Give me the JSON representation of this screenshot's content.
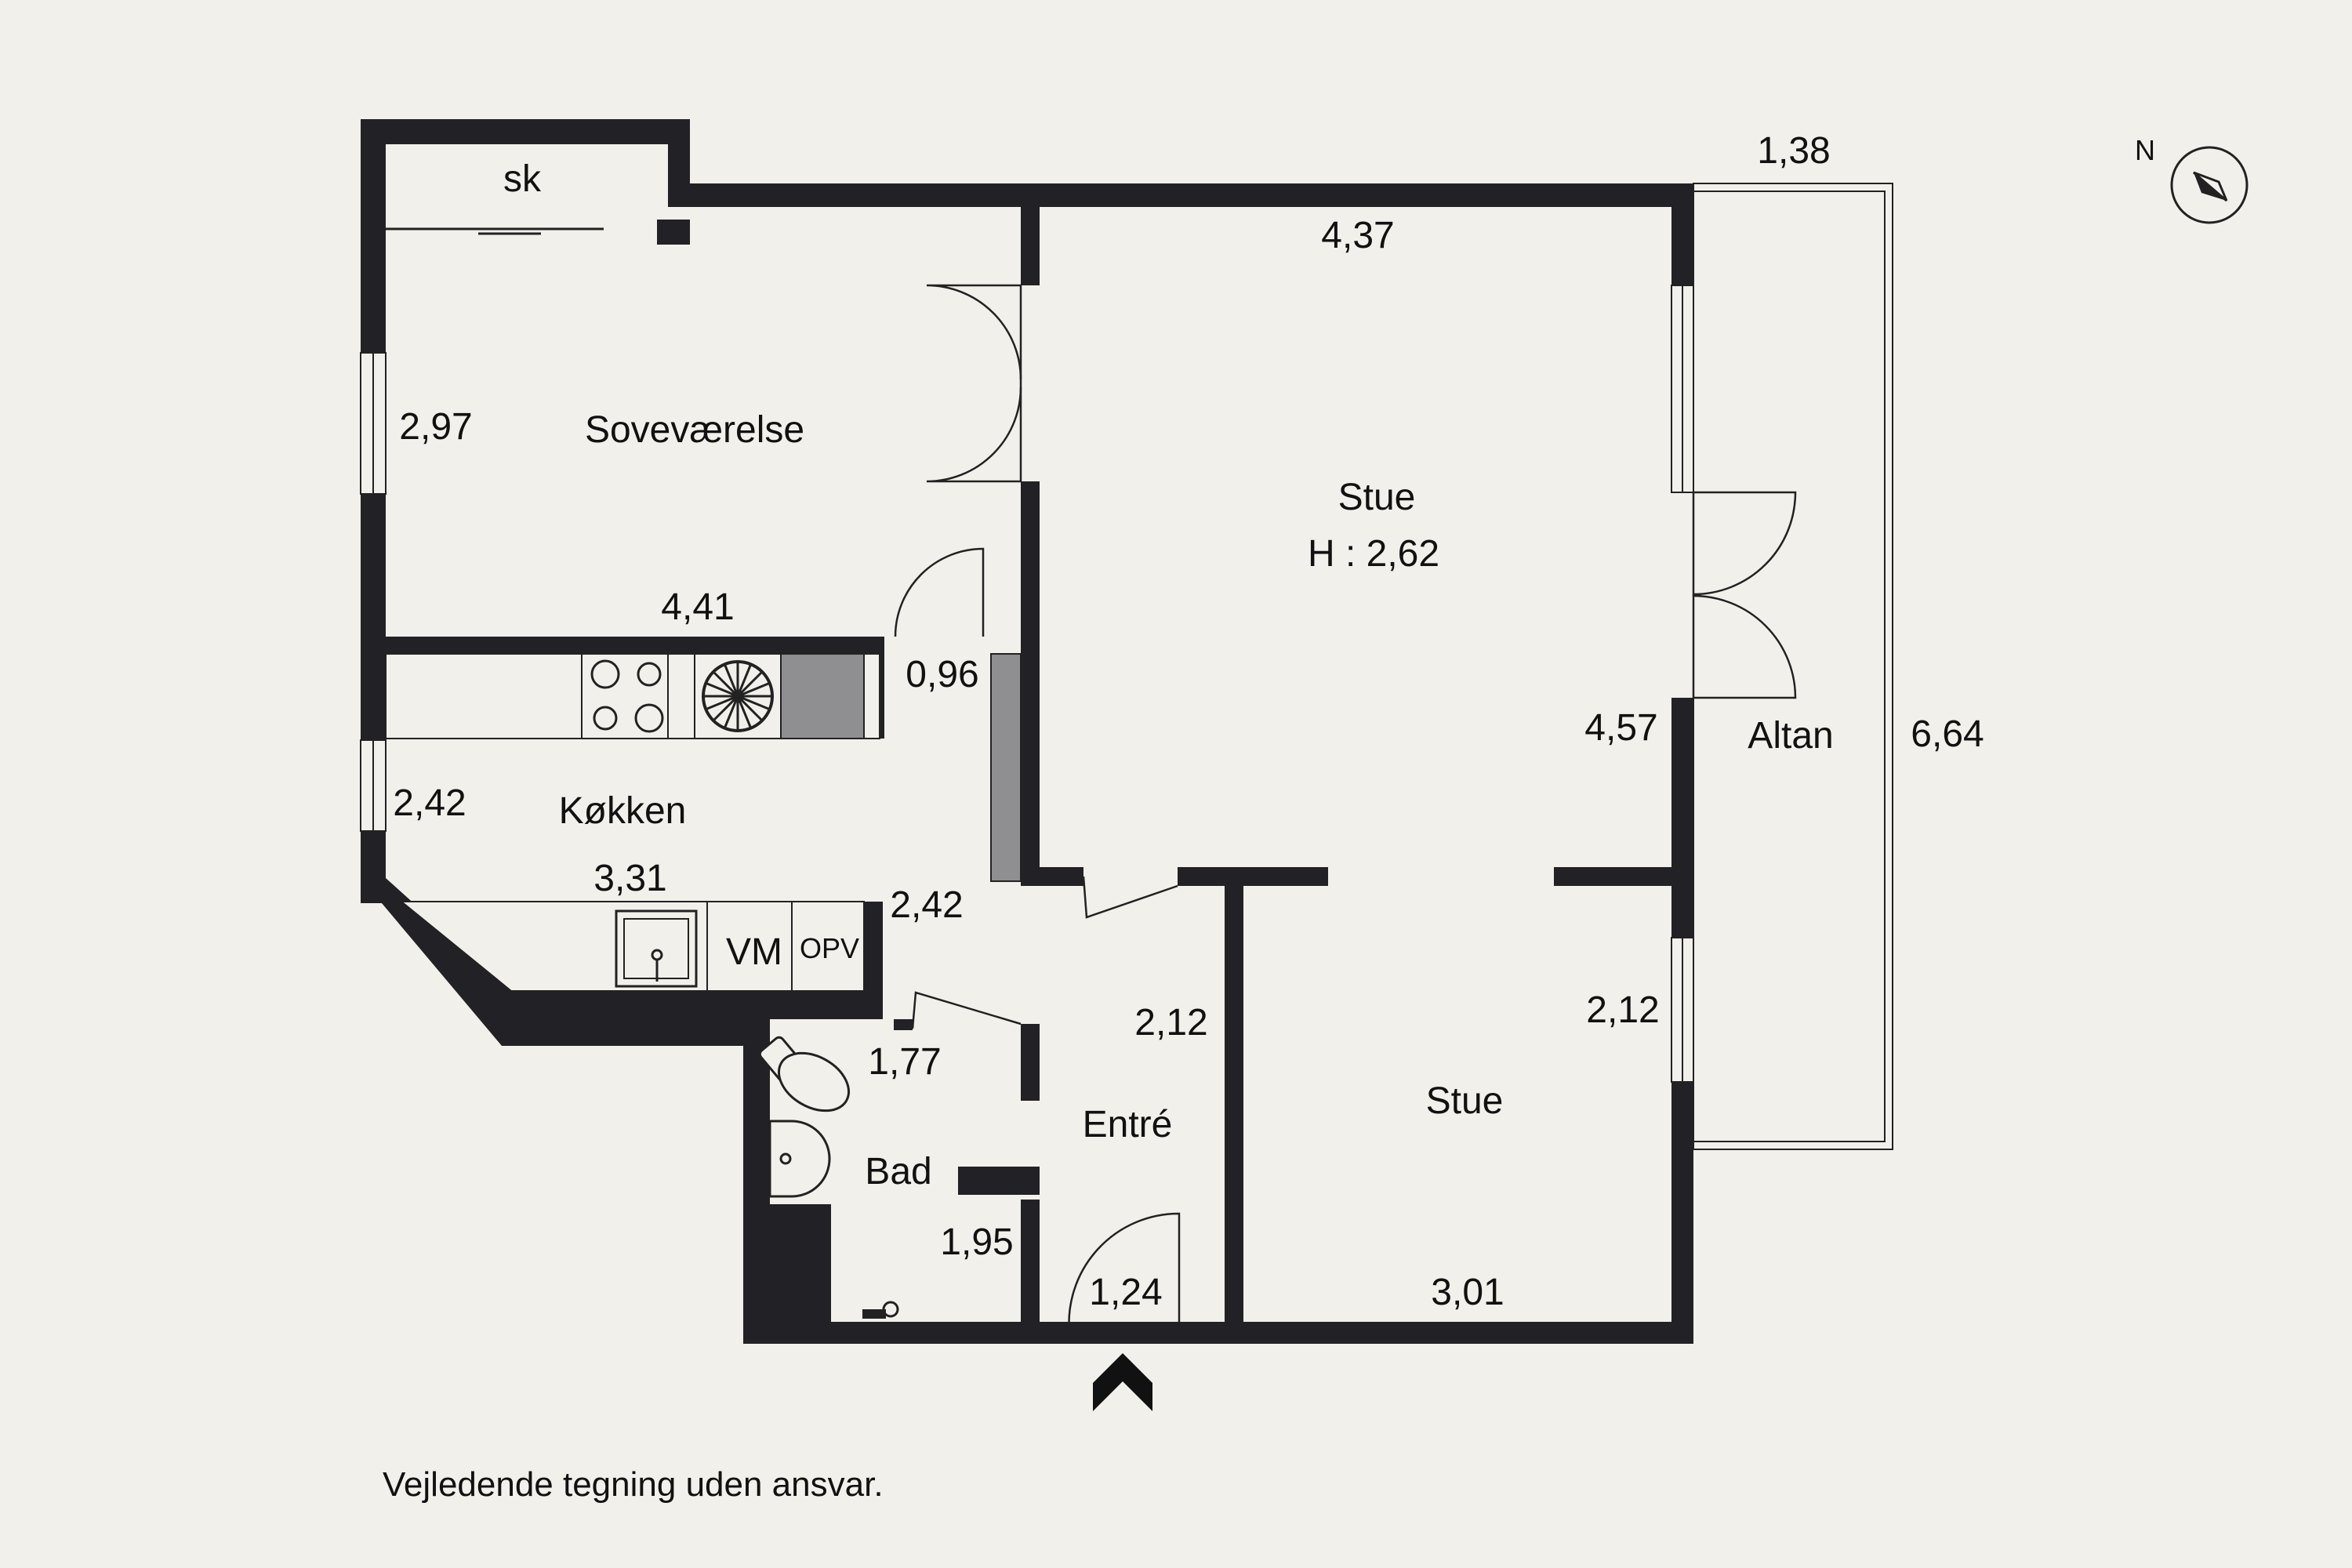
{
  "compass": {
    "north_label": "N"
  },
  "rooms": {
    "sk": "sk",
    "sovevaerelse": "Soveværelse",
    "stue_top": "Stue",
    "stue_height": "H : 2,62",
    "altan": "Altan",
    "kokken": "Køkken",
    "bad": "Bad",
    "entre": "Entré",
    "stue_bottom": "Stue"
  },
  "fixtures": {
    "vm": "VM",
    "opv": "OPV"
  },
  "dimensions": {
    "altan_width": "1,38",
    "stue_top_width": "4,37",
    "sove_height": "2,97",
    "sove_width": "4,41",
    "hall_width": "0,96",
    "stue_depth": "4,57",
    "altan_length": "6,64",
    "kok_height": "2,42",
    "kok_width": "3,31",
    "kok_side": "2,42",
    "entre_height": "2,12",
    "stue_bottom_height": "2,12",
    "bad_width": "1,77",
    "bad_height": "1,95",
    "entre_width": "1,24",
    "stue_bottom_width": "3,01"
  },
  "disclaimer": "Vejledende tegning uden ansvar."
}
